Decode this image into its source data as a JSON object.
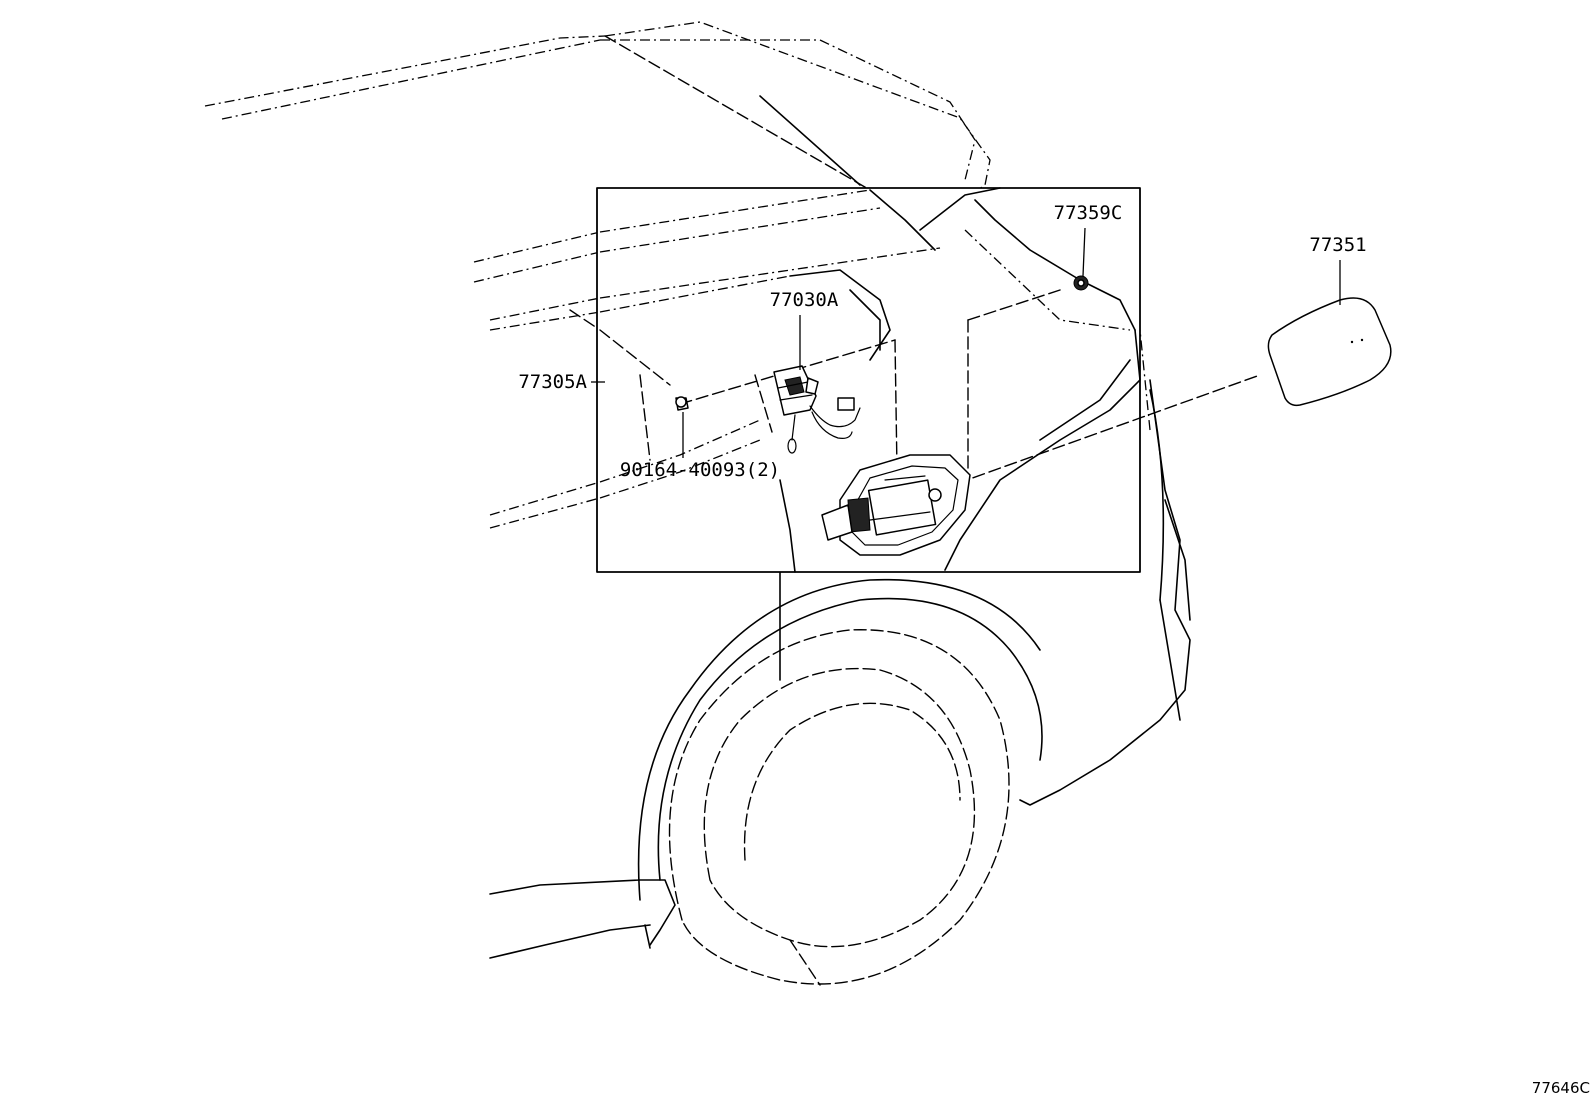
{
  "diagram": {
    "figure_number": "77646C",
    "callouts": [
      {
        "id": "cap",
        "label": "77351"
      },
      {
        "id": "clip",
        "label": "77359C"
      },
      {
        "id": "actuator",
        "label": "77030A"
      },
      {
        "id": "door-assy",
        "label": "77305A"
      },
      {
        "id": "screw",
        "label": "90164-40093(2)"
      }
    ]
  }
}
